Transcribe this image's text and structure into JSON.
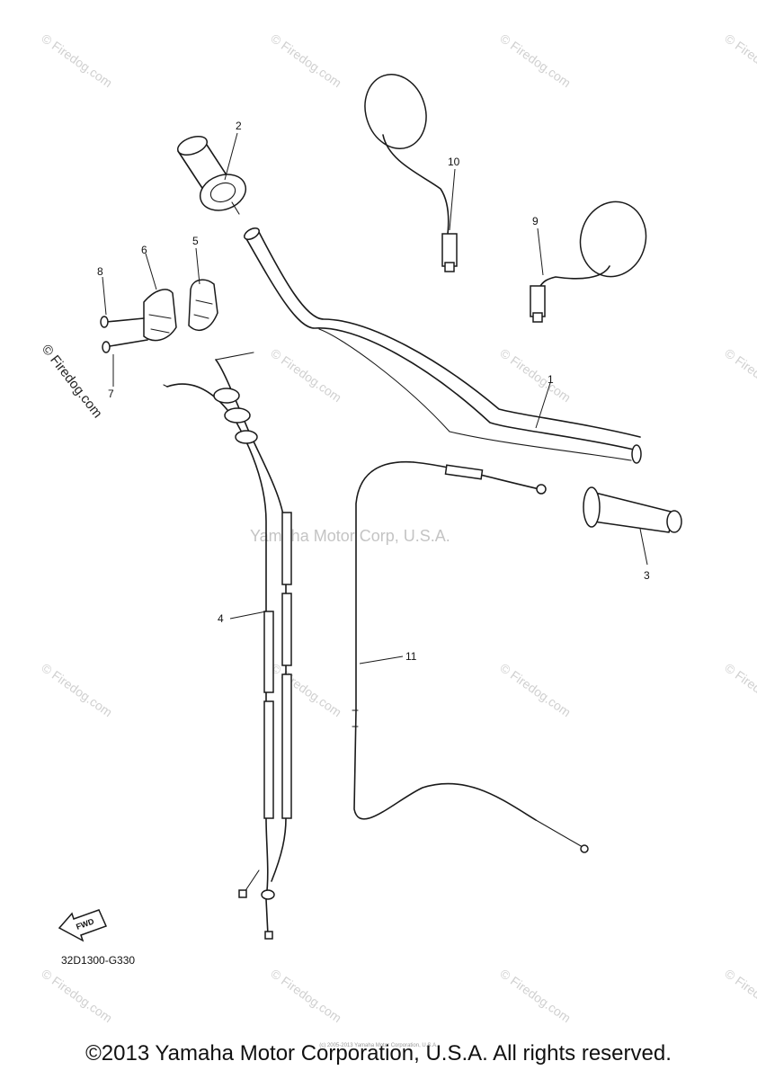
{
  "watermark": {
    "site": "© Firedog.com",
    "side_text": "© Firedog.com",
    "center": "Yamaha Motor Corp, U.S.A."
  },
  "callouts": [
    "1",
    "2",
    "3",
    "4",
    "5",
    "6",
    "7",
    "8",
    "9",
    "10",
    "11"
  ],
  "fwd_label": "FWD",
  "diagram_code": "32D1300-G330",
  "tiny_note": "(c) 2005-2013 Yamaha Motor Corporation, U.S.A.",
  "copyright": "©2013 Yamaha Motor Corporation, U.S.A. All rights reserved."
}
